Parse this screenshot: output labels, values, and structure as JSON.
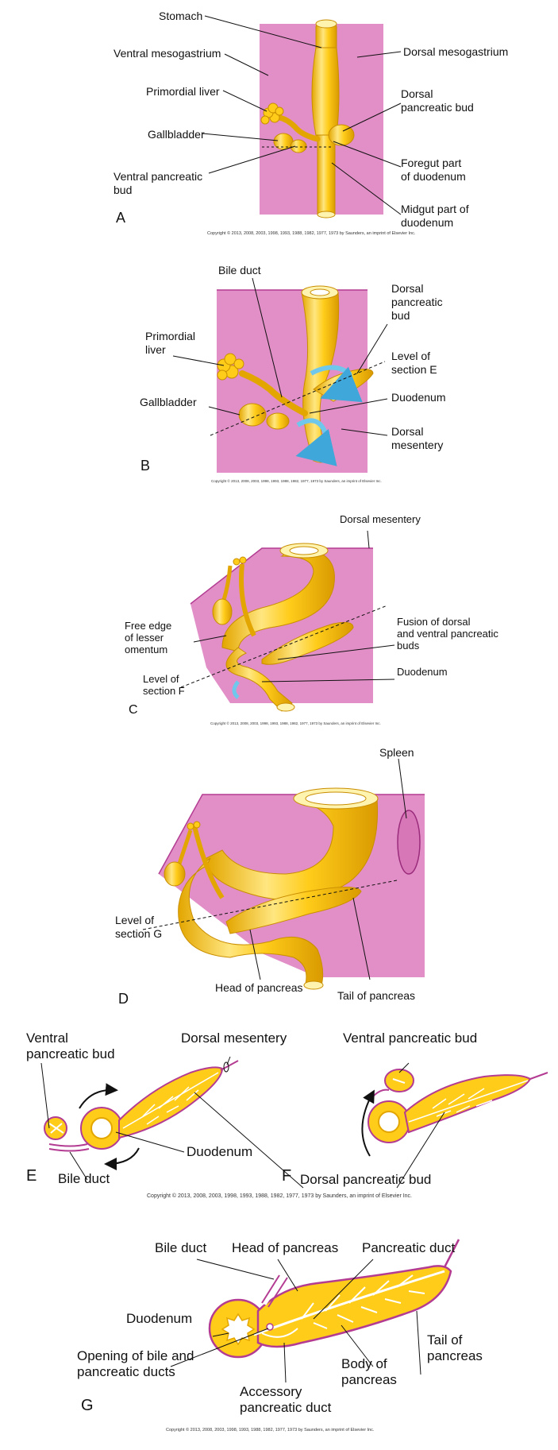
{
  "colors": {
    "mesentery": "#e28fc7",
    "mesentery_edge": "#b33c92",
    "gut": "#ffcc1a",
    "gut_light": "#ffe680",
    "gut_dark": "#e3a600",
    "arrow": "#6fc8ec",
    "lumen": "#ffffff"
  },
  "panels": {
    "A": {
      "letter": "A",
      "stomach": "Stomach",
      "ventral_mesogastrium": "Ventral mesogastrium",
      "dorsal_mesogastrium": "Dorsal mesogastrium",
      "primordial_liver": "Primordial liver",
      "dorsal_pancreatic_bud": "Dorsal\npancreatic bud",
      "gallbladder": "Gallbladder",
      "ventral_pancreatic_bud": "Ventral pancreatic\nbud",
      "foregut_duodenum": "Foregut part\nof duodenum",
      "midgut_duodenum": "Midgut part of\nduodenum",
      "copyright": "Copyright © 2013, 2008, 2003, 1998, 1993, 1988, 1982, 1977, 1973 by Saunders, an imprint of Elsevier Inc."
    },
    "B": {
      "letter": "B",
      "bile_duct": "Bile duct",
      "dorsal_pancreatic_bud": "Dorsal\npancreatic\nbud",
      "primordial_liver": "Primordial\nliver",
      "level_section_e": "Level of\nsection E",
      "gallbladder": "Gallbladder",
      "duodenum": "Duodenum",
      "dorsal_mesentery": "Dorsal\nmesentery",
      "copyright": "Copyright © 2013, 2008, 2003, 1998, 1993, 1988, 1982, 1977, 1973 by Saunders, an imprint of Elsevier Inc."
    },
    "C": {
      "letter": "C",
      "dorsal_mesentery": "Dorsal mesentery",
      "free_edge": "Free edge\nof lesser\nomentum",
      "fusion": "Fusion of dorsal\nand ventral pancreatic\nbuds",
      "level_section_f": "Level of\nsection F",
      "duodenum": "Duodenum",
      "copyright": "Copyright © 2013, 2008, 2003, 1998, 1993, 1988, 1982, 1977, 1973 by Saunders, an imprint of Elsevier Inc."
    },
    "D": {
      "letter": "D",
      "spleen": "Spleen",
      "level_section_g": "Level of\nsection G",
      "head_of_pancreas": "Head of pancreas",
      "tail_of_pancreas": "Tail of pancreas"
    },
    "EF": {
      "letter_e": "E",
      "letter_f": "F",
      "ventral_pancreatic_bud_e": "Ventral\npancreatic bud",
      "dorsal_mesentery": "Dorsal mesentery",
      "ventral_pancreatic_bud_f": "Ventral pancreatic bud",
      "duodenum": "Duodenum",
      "bile_duct": "Bile duct",
      "dorsal_pancreatic_bud": "Dorsal pancreatic bud",
      "copyright": "Copyright © 2013, 2008, 2003, 1998, 1993, 1988, 1982, 1977, 1973 by Saunders, an imprint of Elsevier Inc."
    },
    "G": {
      "letter": "G",
      "bile_duct": "Bile duct",
      "head_of_pancreas": "Head of pancreas",
      "pancreatic_duct": "Pancreatic duct",
      "duodenum": "Duodenum",
      "opening": "Opening of bile and\npancreatic ducts",
      "body_of_pancreas": "Body of\npancreas",
      "tail_of_pancreas": "Tail of\npancreas",
      "accessory_duct": "Accessory\npancreatic duct",
      "copyright": "Copyright © 2013, 2008, 2003, 1998, 1993, 1988, 1982, 1977, 1973 by Saunders, an imprint of Elsevier Inc."
    }
  }
}
